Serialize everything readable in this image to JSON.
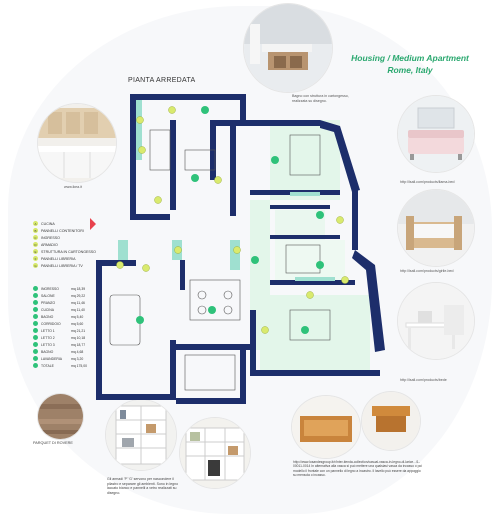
{
  "header": {
    "project_title": "Housing / Medium Apartment",
    "location": "Rome, Italy",
    "plan_title": "PIANTA ARREDATA"
  },
  "captions": {
    "kitchen_photo": "www.ikea.it",
    "bath_photo": "Bagno con struttura in cartongesso, realizzata su disegno.",
    "sofa_photo": "http://lsall.com/products/llama-bed",
    "bed_photo": "http://lsall.com/products/girlie-bed",
    "desk_photo": "http://lsall.com/products/bede",
    "parquet": "PARQUET DI ROVERE",
    "wardrobe_note": "Gli armadi 'P' 'G' servono per nascondere il pilastro e separare gli ambienti. Sono in legno laccato bianco e pannelli a vetro realizzati su disegno.",
    "sink_note": "http://www.losandesgroup.it/r/inter-tienda-collection/casual-vasca-in-legno-di-larice.../1-00011-0014 In alternativa alla vasca si può mettere una qualsiasi vasca da incasso o poi modello il frontale con un pannello di legno a incastro. Il lavello può essere da appoggio su mensola o incasso."
  },
  "legend": [
    {
      "key": "A",
      "label": "CUCINA"
    },
    {
      "key": "B",
      "label": "PANNELLI CONTENITORI"
    },
    {
      "key": "C",
      "label": "INGRESSO"
    },
    {
      "key": "D",
      "label": "ARMADIO"
    },
    {
      "key": "E",
      "label": "STRUTTURA IN CARTONGESSO"
    },
    {
      "key": "F",
      "label": "PANNELLI LIBRERIA"
    },
    {
      "key": "G",
      "label": "PANNELLI LIBRERIA / TV"
    }
  ],
  "areas": [
    {
      "name": "INGRESSO",
      "value": "mq 18,39"
    },
    {
      "name": "SALONE",
      "value": "mq 29,22"
    },
    {
      "name": "PRANZO",
      "value": "mq 11,46"
    },
    {
      "name": "CUCINA",
      "value": "mq 11,40"
    },
    {
      "name": "BAGNO",
      "value": "mq 5,40"
    },
    {
      "name": "CORRIDOIO",
      "value": "mq 5,60"
    },
    {
      "name": "LETTO 1",
      "value": "mq 21,21"
    },
    {
      "name": "LETTO 2",
      "value": "mq 10,18"
    },
    {
      "name": "LETTO 3",
      "value": "mq 18,77"
    },
    {
      "name": "BAGNO",
      "value": "mq 4,68"
    },
    {
      "name": "LAVANDERIA",
      "value": "mq 3,20"
    },
    {
      "name": "TOTALE",
      "value": "mq 175,00"
    }
  ],
  "colors": {
    "wall": "#1d2e6b",
    "floor_green": "#e3f6ea",
    "dot_yellow": "#d9ea6e",
    "dot_green": "#2fc27a",
    "title_green": "#2aa86f",
    "entry_arrow": "#e8424d"
  }
}
